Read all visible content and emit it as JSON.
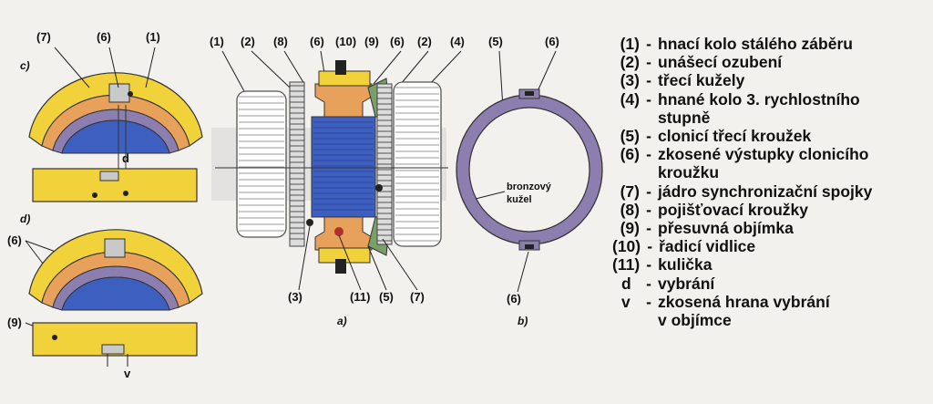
{
  "figure": {
    "view_labels": {
      "c": "c)",
      "d": "d)",
      "a": "a)",
      "b": "b)"
    },
    "callouts": {
      "c_top": [
        "(7)",
        "(6)",
        "(1)"
      ],
      "c_d": "d",
      "d_left_6": "(6)",
      "d_left_9": "(9)",
      "d_v": "v",
      "a_top": [
        "(1)",
        "(2)",
        "(8)",
        "(6)",
        "(10)",
        "(9)",
        "(6)",
        "(2)",
        "(4)"
      ],
      "a_bottom": [
        "(3)",
        "(11)",
        "(5)",
        "(7)"
      ],
      "b_top": [
        "(5)",
        "(6)"
      ],
      "b_bottom": "(6)"
    },
    "bronze_label_line1": "bronzový",
    "bronze_label_line2": "kužel"
  },
  "legend": [
    {
      "num": "(1)",
      "sep": "-",
      "text": "hnací kolo stálého záběru"
    },
    {
      "num": "(2)",
      "sep": "-",
      "text": "unášecí ozubení"
    },
    {
      "num": "(3)",
      "sep": "-",
      "text": "třecí kužely"
    },
    {
      "num": "(4)",
      "sep": "-",
      "text": "hnané kolo 3. rychlostního",
      "cont": "stupně"
    },
    {
      "num": "(5)",
      "sep": "-",
      "text": "clonicí třecí kroužek"
    },
    {
      "num": "(6)",
      "sep": "-",
      "text": "zkosené výstupky clonicího",
      "cont": "kroužku"
    },
    {
      "num": "(7)",
      "sep": "-",
      "text": "jádro synchronizační spojky"
    },
    {
      "num": "(8)",
      "sep": "-",
      "text": "pojišťovací kroužky"
    },
    {
      "num": "(9)",
      "sep": "-",
      "text": "přesuvná objímka"
    },
    {
      "num": "(10)",
      "sep": "-",
      "text": "řadicí vidlice"
    },
    {
      "num": "(11)",
      "sep": "-",
      "text": "kulička"
    },
    {
      "num": "d",
      "sep": "-",
      "text": "vybrání"
    },
    {
      "num": "v",
      "sep": "-",
      "text": "zkosená hrana vybrání",
      "cont": "v objímce"
    }
  ],
  "colors": {
    "yellow": "#f2d23a",
    "orange": "#e8a15a",
    "blue": "#3d5fc0",
    "purple": "#8c7fb0",
    "gray": "#c9c9c9",
    "outline": "#333333"
  }
}
